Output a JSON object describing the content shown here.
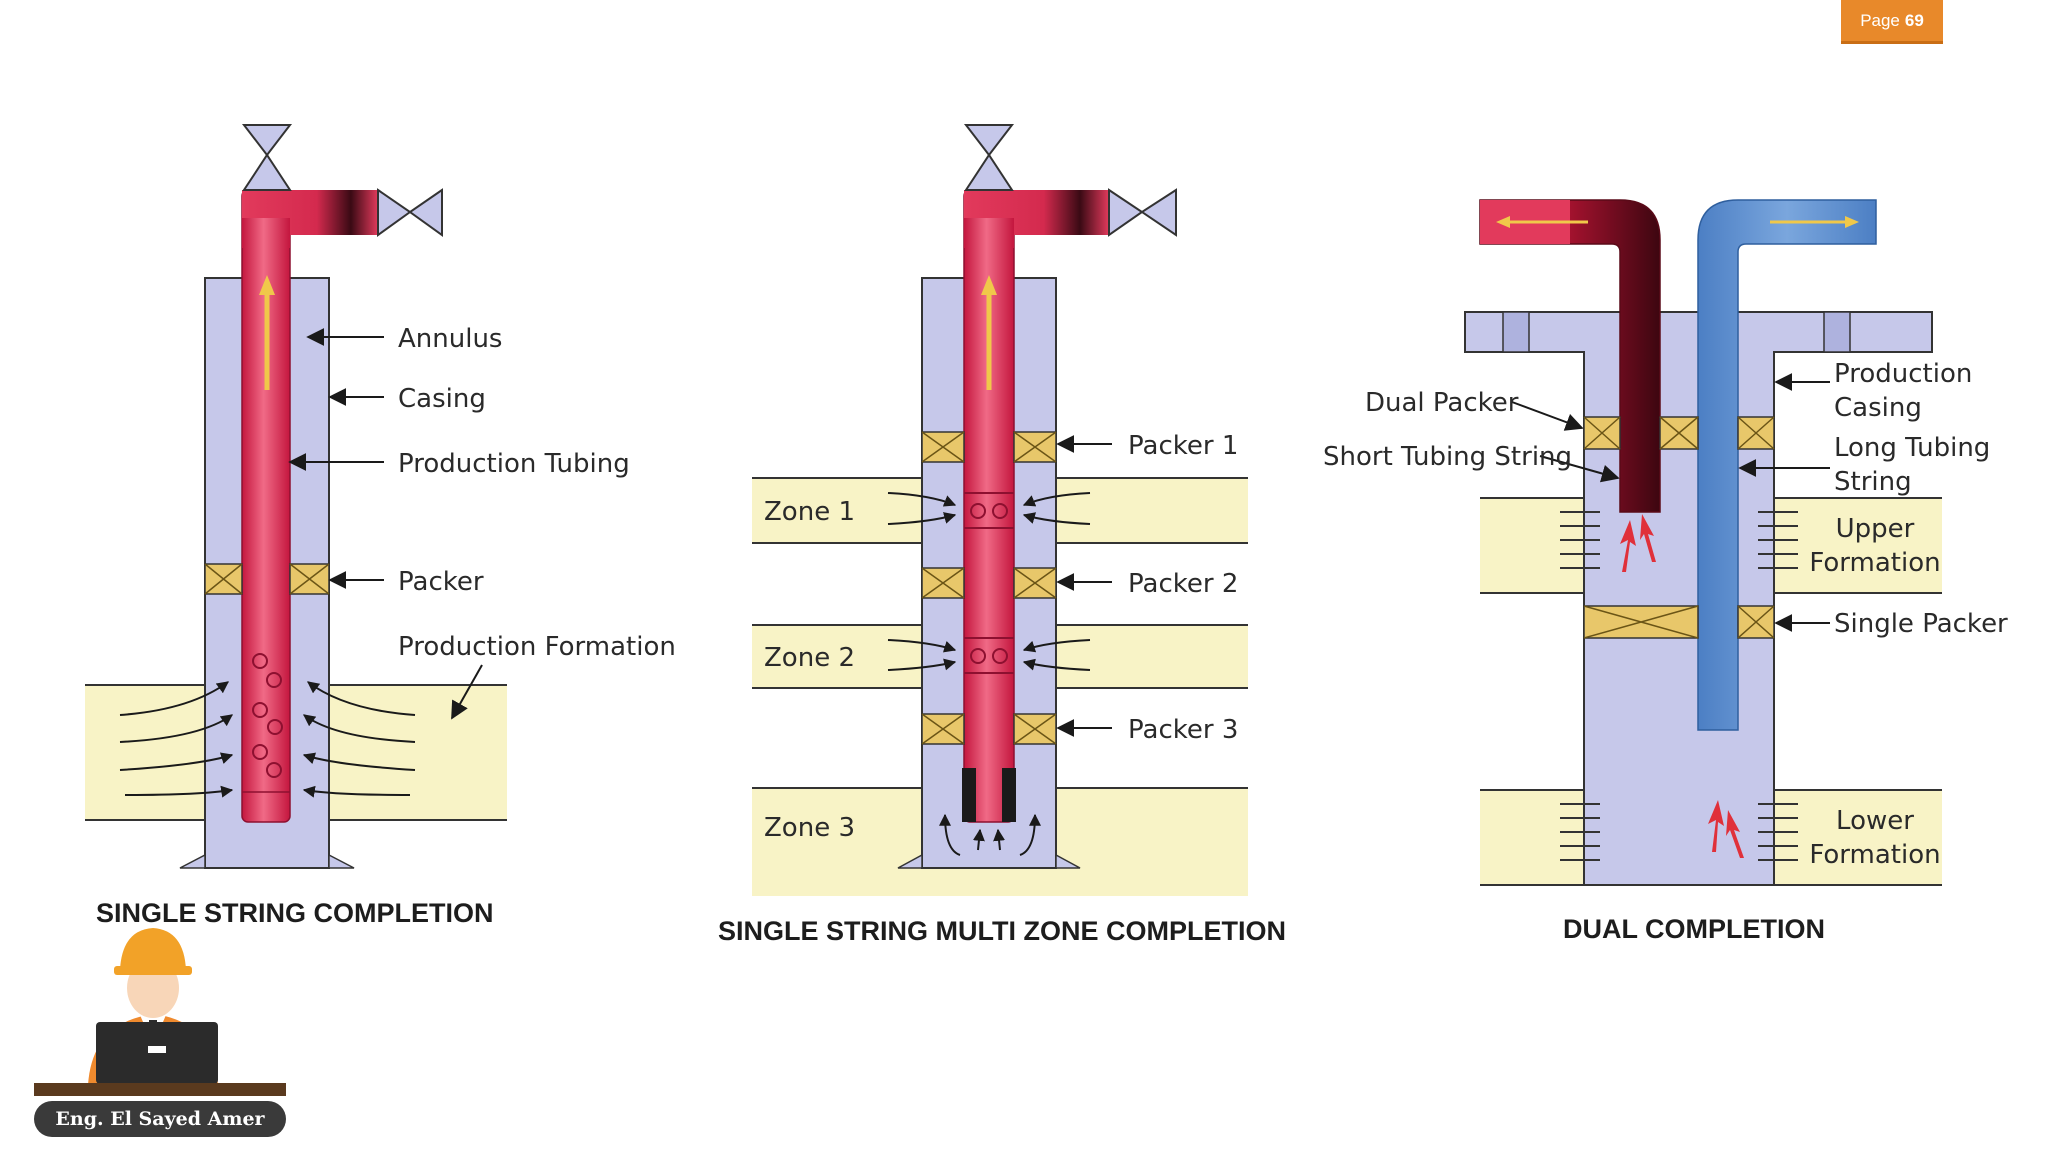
{
  "page": {
    "label": "Page",
    "number": "69"
  },
  "author": {
    "name": "Eng. El Sayed Amer"
  },
  "diagrams": {
    "single": {
      "caption": "SINGLE STRING COMPLETION",
      "labels": [
        "Annulus",
        "Casing",
        "Production Tubing",
        "Packer",
        "Production Formation"
      ]
    },
    "multi": {
      "caption": "SINGLE STRING MULTI ZONE COMPLETION",
      "packers": [
        "Packer 1",
        "Packer 2",
        "Packer 3"
      ],
      "zones": [
        "Zone 1",
        "Zone 2",
        "Zone 3"
      ]
    },
    "dual": {
      "caption": "DUAL COMPLETION",
      "labels": {
        "dual_packer": "Dual Packer",
        "short_tubing": "Short Tubing String",
        "production_casing_1": "Production",
        "production_casing_2": "Casing",
        "long_tubing_1": "Long Tubing",
        "long_tubing_2": "String",
        "upper_formation_1": "Upper",
        "upper_formation_2": "Formation",
        "single_packer": "Single Packer",
        "lower_formation_1": "Lower",
        "lower_formation_2": "Formation"
      }
    }
  },
  "colors": {
    "casing": "#c6c8ea",
    "formation": "#f8f3c6",
    "tubing_red": "#e23a5c",
    "tubing_blue": "#5b8fd0",
    "packer": "#e8c76a",
    "badge": "#e8892a"
  }
}
